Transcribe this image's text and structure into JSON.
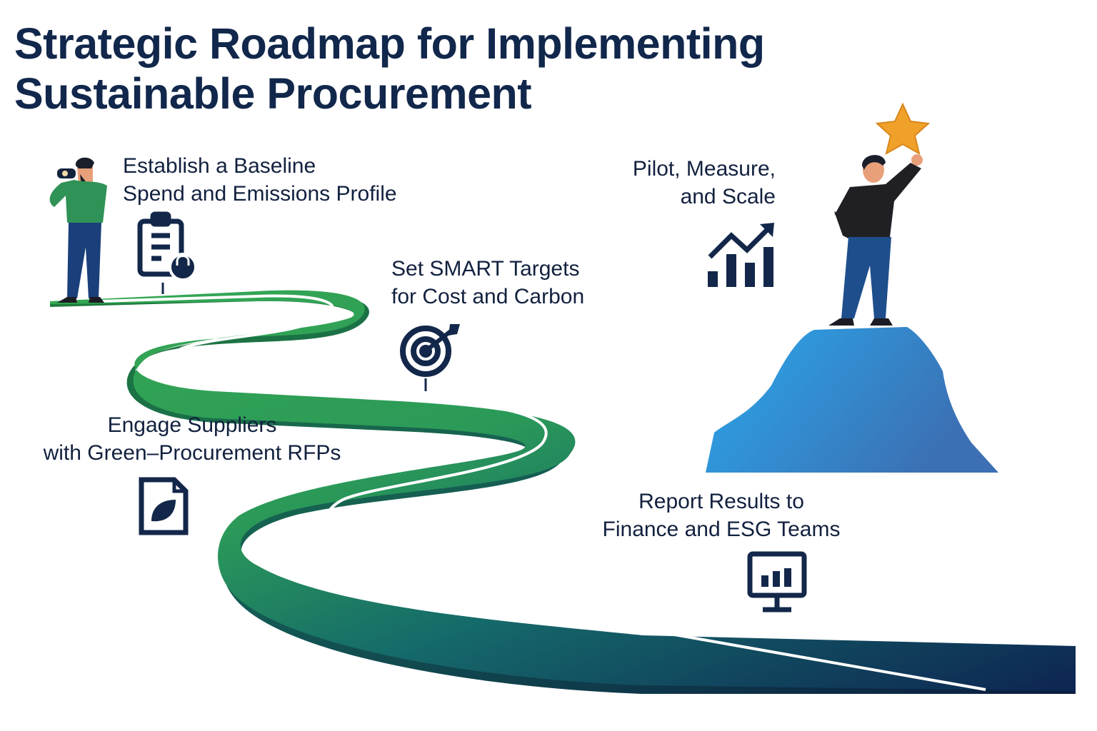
{
  "title": {
    "line1": "Strategic Roadmap for Implementing",
    "line2": "Sustainable Procurement"
  },
  "steps": [
    {
      "line1": "Establish a Baseline",
      "line2": "Spend and Emissions Profile",
      "icon": "clipboard-lock-icon"
    },
    {
      "line1": "Set SMART Targets",
      "line2": "for Cost and Carbon",
      "icon": "target-icon"
    },
    {
      "line1": "Engage Suppliers",
      "line2": "with Green–Procurement RFPs",
      "icon": "leaf-document-icon"
    },
    {
      "line1": "Pilot, Measure,",
      "line2": "and Scale",
      "icon": "growth-chart-icon"
    },
    {
      "line1": "Report Results to",
      "line2": "Finance and ESG Teams",
      "icon": "monitor-chart-icon"
    }
  ],
  "colors": {
    "navy": "#11274b",
    "road_green": "#2fa052",
    "road_navy": "#0f2a55",
    "mountain_blue": "#2a9de4",
    "star_orange": "#f0a12a"
  }
}
